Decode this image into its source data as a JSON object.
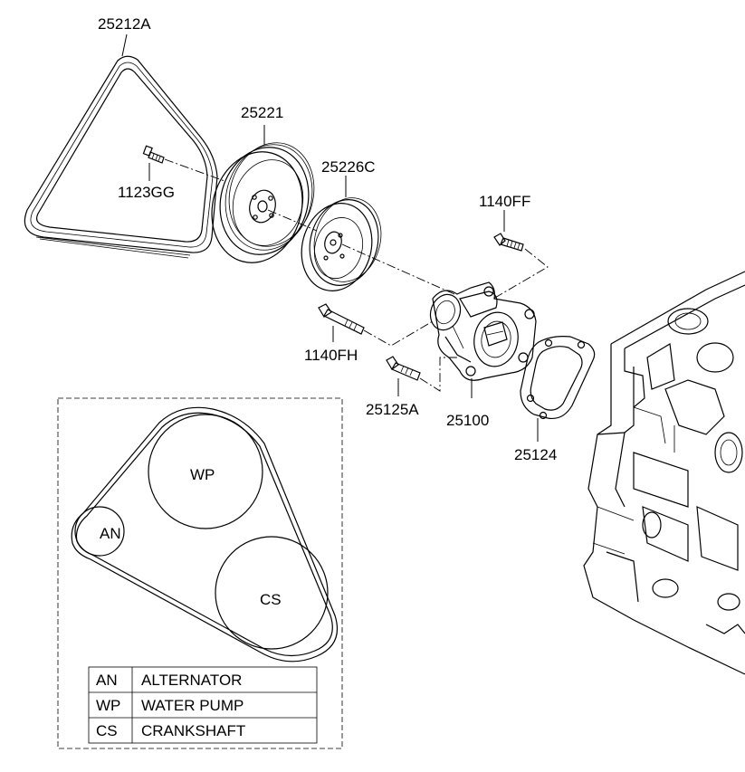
{
  "parts": {
    "belt": "25212A",
    "bolt_small": "1123GG",
    "crank_pulley": "25221",
    "pump_pulley": "25226C",
    "bolt_ff": "1140FF",
    "bolt_fh": "1140FH",
    "bolt_125": "25125A",
    "pump": "25100",
    "gasket": "25124"
  },
  "routing": {
    "an": "AN",
    "wp": "WP",
    "cs": "CS"
  },
  "legend": [
    {
      "code": "AN",
      "name": "ALTERNATOR"
    },
    {
      "code": "WP",
      "name": "WATER PUMP"
    },
    {
      "code": "CS",
      "name": "CRANKSHAFT"
    }
  ]
}
